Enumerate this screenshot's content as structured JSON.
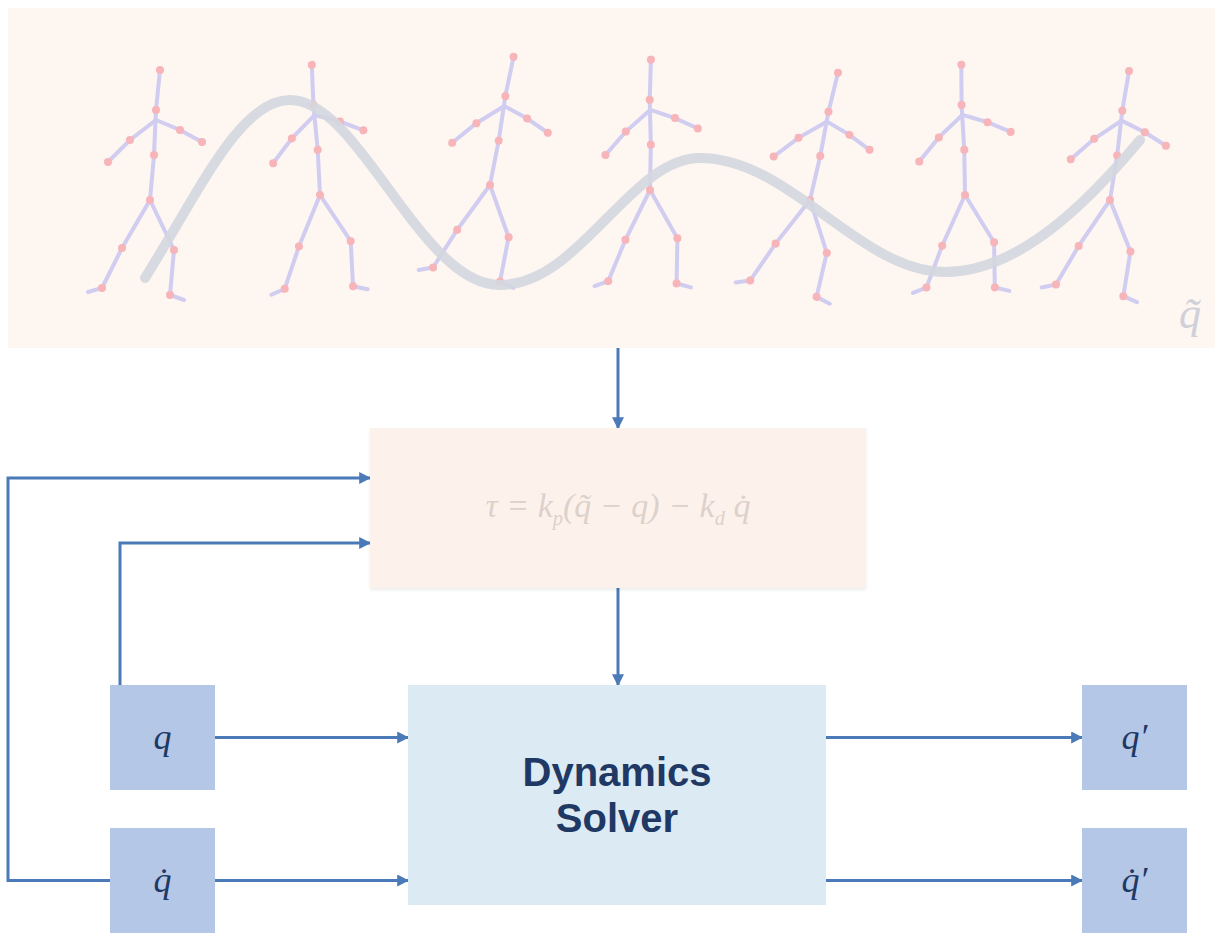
{
  "diagram": {
    "nodes": [
      {
        "text": [
          "q̃"
        ]
      },
      {
        "text": [
          "τ = kp(q̃ − q) − kd q̇"
        ]
      },
      {
        "text": [
          "q"
        ]
      },
      {
        "text": [
          "Dynamics Solver"
        ]
      },
      {
        "text": [
          "q′"
        ]
      },
      {
        "text": [
          "q̇"
        ]
      },
      {
        "text": [
          "q̇′"
        ]
      }
    ],
    "edges": [
      {
        "from": 0,
        "to": 1,
        "arrow": "to"
      },
      {
        "from": 1,
        "to": 3,
        "arrow": "to"
      },
      {
        "from": 2,
        "to": 3,
        "arrow": "to"
      },
      {
        "from": 5,
        "to": 3,
        "arrow": "to"
      },
      {
        "from": 3,
        "to": 4,
        "arrow": "to"
      },
      {
        "from": 3,
        "to": 6,
        "arrow": "to"
      },
      {
        "from": 2,
        "to": 1,
        "arrow": "to"
      },
      {
        "from": 5,
        "to": 1,
        "arrow": "to"
      }
    ]
  }
}
